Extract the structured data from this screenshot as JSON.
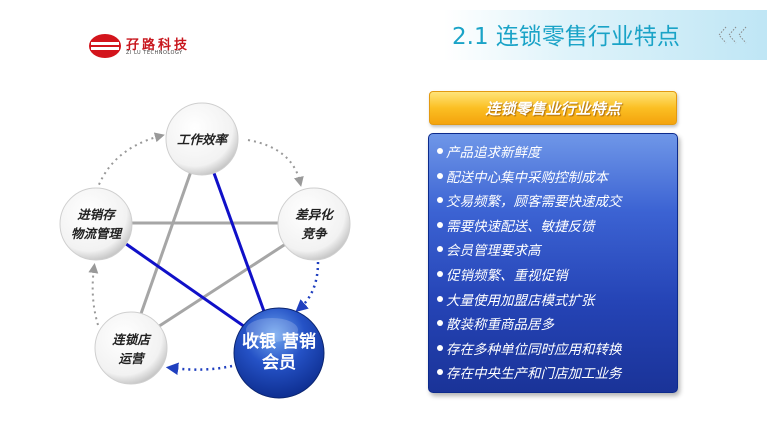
{
  "logo": {
    "name": "孖路科技",
    "sub": "ZI LU TECHNOLOGY"
  },
  "header": {
    "title": "2.1 连锁零售行业特点"
  },
  "diagram": {
    "nodes": {
      "top": "工作效率",
      "left_l1": "进销存",
      "left_l2": "物流管理",
      "right_l1": "差异化",
      "right_l2": "竞争",
      "bottom_left_l1": "连锁店",
      "bottom_left_l2": "运营",
      "center_l1": "收银 营销",
      "center_l2": "会员"
    },
    "colors": {
      "gray_link": "#a6a6a6",
      "blue_link": "#1010c8",
      "dotted_arrow": "#999999",
      "blue_arrow": "#1f3fbf"
    }
  },
  "panel": {
    "header": "连锁零售业行业特点",
    "items": [
      "产品追求新鲜度",
      "配送中心集中采购控制成本",
      "交易频繁，顾客需要快速成交",
      "需要快速配送、敏捷反馈",
      "会员管理要求高",
      "促销频繁、重视促销",
      "大量使用加盟店模式扩张",
      "散装称重商品居多",
      "存在多种单位同时应用和转换",
      "存在中央生产和门店加工业务"
    ]
  }
}
